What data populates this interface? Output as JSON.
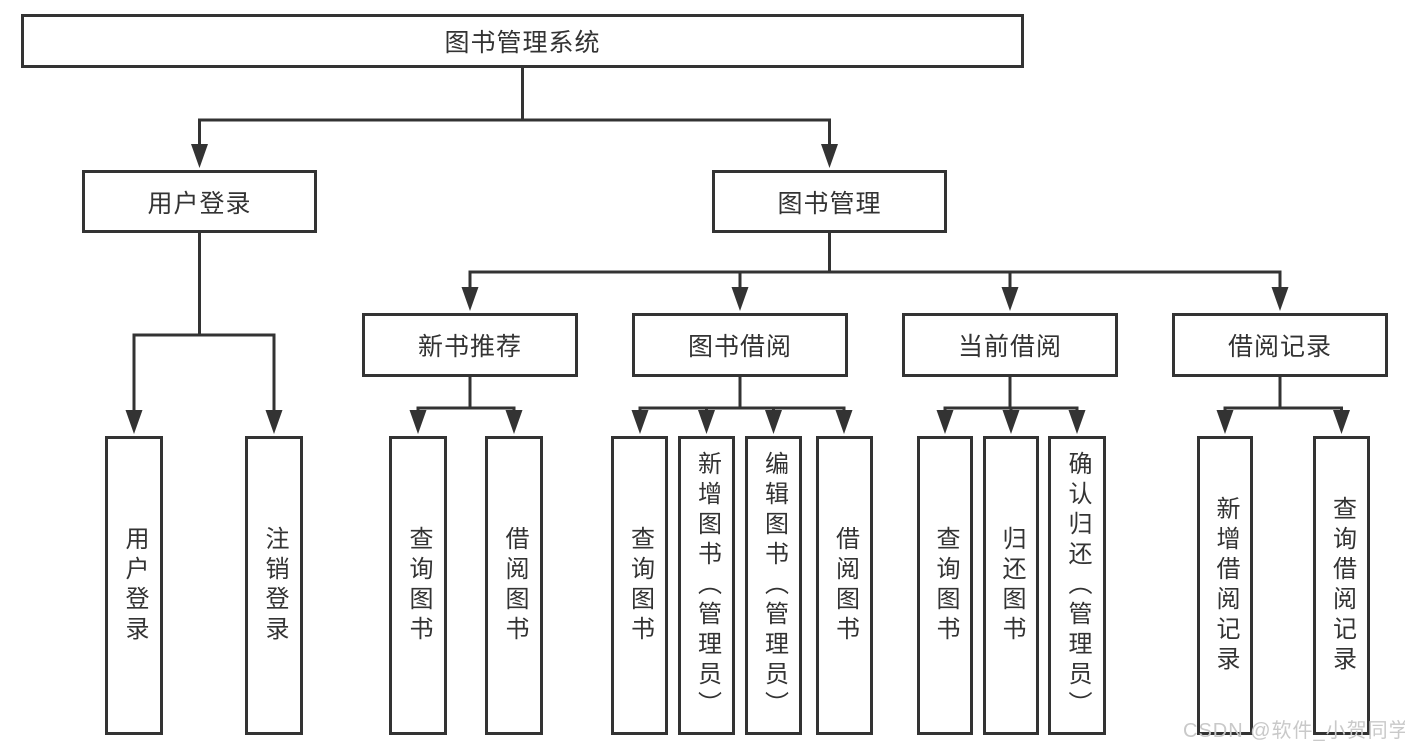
{
  "diagram_title": "图书管理系统",
  "tree": {
    "label": "图书管理系统",
    "children": [
      {
        "label": "用户登录",
        "children": [
          {
            "label": "用户登录"
          },
          {
            "label": "注销登录"
          }
        ]
      },
      {
        "label": "图书管理",
        "children": [
          {
            "label": "新书推荐",
            "children": [
              {
                "label": "查询图书"
              },
              {
                "label": "借阅图书"
              }
            ]
          },
          {
            "label": "图书借阅",
            "children": [
              {
                "label": "查询图书"
              },
              {
                "label": "新增图书（管理员）"
              },
              {
                "label": "编辑图书（管理员）"
              },
              {
                "label": "借阅图书"
              }
            ]
          },
          {
            "label": "当前借阅",
            "children": [
              {
                "label": "查询图书"
              },
              {
                "label": "归还图书"
              },
              {
                "label": "确认归还（管理员）"
              }
            ]
          },
          {
            "label": "借阅记录",
            "children": [
              {
                "label": "新增借阅记录"
              },
              {
                "label": "查询借阅记录"
              }
            ]
          }
        ]
      }
    ]
  },
  "watermark": "CSDN @软件_小贺同学",
  "colors": {
    "line": "#333333",
    "text": "#333333",
    "background": "#ffffff",
    "watermark": "#c9c9c9"
  }
}
